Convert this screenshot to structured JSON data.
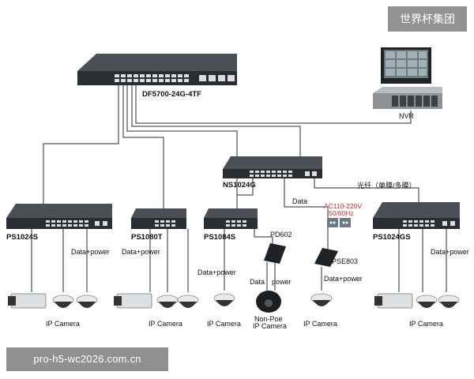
{
  "watermark_top": "世界杯集团",
  "watermark_bottom": "pro-h5-wc2026.com.cn",
  "devices": {
    "core_switch": "DF5700-24G-4TF",
    "nvr": "NVR",
    "ns_switch": "NS1024G",
    "ps1024s": "PS1024S",
    "ps1080t": "PS1080T",
    "ps1084s": "PS1084S",
    "ps1024gs": "PS1024GS",
    "pd602": "PD602",
    "pse803": "PSE803"
  },
  "link_labels": {
    "data_power": "Data+power",
    "data": "Data",
    "data_only": "Data",
    "power_only": "power",
    "fiber": "光纤（单膜/多膜）",
    "ac_line1": "AC110-220V",
    "ac_line2": "50/60Hz"
  },
  "camera_labels": {
    "ip_camera": "IP Camera",
    "non_poe_line1": "Non-Poe",
    "non_poe_line2": "IP Camera"
  },
  "colors": {
    "line": "#2b2b2b",
    "switch_body": "#2a2e33",
    "switch_top": "#4a5056",
    "port": "#d9dde0",
    "accent_red": "#c0302a"
  }
}
